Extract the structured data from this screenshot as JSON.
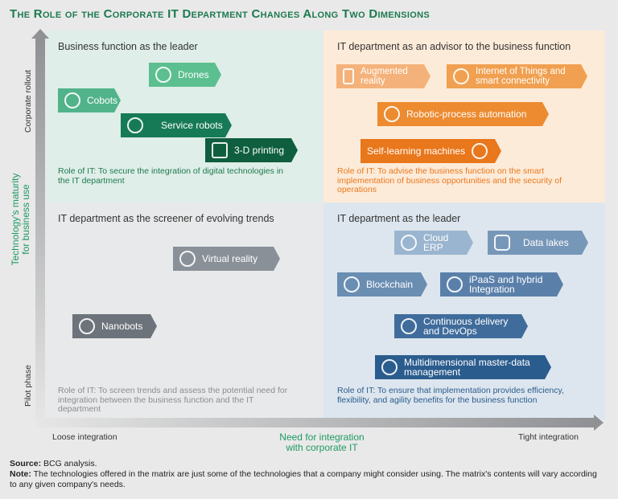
{
  "title": "The Role of the Corporate IT Department Changes Along Two Dimensions",
  "y_axis": {
    "label_line1": "Technology's maturity",
    "label_line2": "for business use",
    "top": "Corporate rollout",
    "bottom": "Pilot phase"
  },
  "x_axis": {
    "label_line1": "Need for integration",
    "label_line2": "with corporate IT",
    "left": "Loose integration",
    "right": "Tight integration"
  },
  "quadrants": {
    "tl": {
      "heading": "Business function as the leader",
      "role_label": "Role of IT:",
      "role": " To secure the integration of digital technologies in the IT department",
      "tags": [
        "Drones",
        "Cobots",
        "Service robots",
        "3-D printing"
      ]
    },
    "tr": {
      "heading": "IT department as an advisor to the business function",
      "role_label": "Role of IT:",
      "role": " To advise the business function on the smart implementation of business opportunities and the security of operations",
      "tags": [
        "Augmented reality",
        "Internet of Things and smart connectivity",
        "Robotic-process automation",
        "Self-learning machines"
      ]
    },
    "bl": {
      "heading": "IT department as the screener of evolving trends",
      "role_label": "Role of IT:",
      "role": " To screen trends and assess the potential need for integration between the business function and the IT department",
      "tags": [
        "Virtual reality",
        "Nanobots"
      ]
    },
    "br": {
      "heading": "IT department as the leader",
      "role_label": "Role of IT:",
      "role": " To ensure that implementation provides efficiency, flexibility, and agility benefits for the business function",
      "tags": [
        "Cloud ERP",
        "Data lakes",
        "Blockchain",
        "iPaaS and hybrid Integration",
        "Continuous delivery and DevOps",
        "Multidimensional master-data management"
      ]
    }
  },
  "footer": {
    "source_label": "Source:",
    "source": " BCG analysis.",
    "note_label": "Note:",
    "note": " The technologies offered in the matrix are just some of the technologies that a company might consider using. The matrix's contents will vary according to any given company's needs."
  },
  "colors": {
    "title": "#1e7a4f",
    "green": "#177a57",
    "orange": "#ec8b30",
    "blue": "#3f6c9b",
    "gray": "#6d737a"
  }
}
